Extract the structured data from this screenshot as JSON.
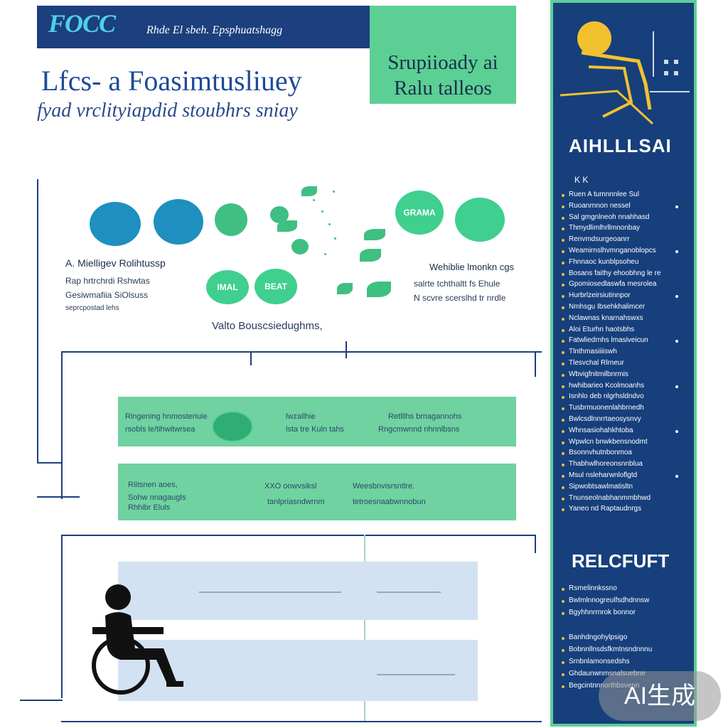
{
  "header": {
    "logo": "FOCC",
    "tagline": "Rhde El sbeh. Epsphuatshagg",
    "highlight_text": "Srupiioady ai Ralu talleos",
    "title": "Lfcs- a Foasimtusliuey",
    "subtitle": "fyad vrclityiapdid stoubhrs sniay"
  },
  "diagram": {
    "circles": [
      "",
      "",
      "",
      "GRAMA",
      "",
      "",
      "",
      "IMAL",
      "BEAT"
    ],
    "left_caption_title": "A. Mielligev Rolihtussp",
    "left_caption_lines": [
      "Rap hrtrchrdi Rshwtas",
      "Gesiwmafiia SiOlsuss",
      "seprcpostad lehs"
    ],
    "right_caption_title": "Wehiblie lmonkn cgs",
    "right_caption_lines": [
      "salrte tchthaltt fs Ehule",
      "N scvre scerslhd tr nrdle"
    ],
    "center_caption": "Valto Bouscsiedughms,"
  },
  "rows": [
    {
      "col1": [
        "Ringening hnmosteriuie",
        "rsobls le/tihwitwrsea"
      ],
      "col2": [
        "lwzallhie",
        "lsta tre Kuln tahs"
      ],
      "col3": [
        "Retlllhs brnagannohs",
        "Rngcmwnnd nhnnlbsns"
      ]
    },
    {
      "col1": [
        "Riitsnen aoes,",
        "Sohw nnagaugls",
        "Rhhibr Eluls"
      ],
      "col2": [
        "XXO oowvsiksl",
        "tanlpriasndwrnm"
      ],
      "col3": [
        "Weesbnvisrsntlre.",
        "tetroesnaabwnnobun"
      ]
    }
  ],
  "sidebar": {
    "heading": "AIHLLLSAI",
    "sub": "K K",
    "lines": [
      "Ruen A tumnnnlee Sul",
      "Ruoanrnnon nessel",
      "Sal gmgnlneoh nnahhasd",
      "Thmydlimlhrllmnonbay",
      "Renvmdsurgeoanrr",
      "Weamirnslhvmnganoblopcs",
      "Fhnnaoc kunblpsoheu",
      "Bosans faithy ehoobhng le re",
      "Gpomiosedlaswfa mesrolea",
      "Hurbrlzeirsiutinnpor",
      "Nmhsgu Ibsehkhalimcer",
      "Nclawnas knarnahswxs",
      "Aloi Eturhn haotsbhs",
      "Fatwliedrnhs lmasiveicun",
      "Tlnthmasiiiiswh",
      "Tlesvchal Rlrneur",
      "Wbvigfnitmilbnrmis",
      "hwhibarieo Kcolmoanhs",
      "Isnhlo deb nlgrhsldndvo",
      "Tusbrmuonenlahbrnedh",
      "Bwlcsdlnnrrtaeosysnvy",
      "Whnsasiohahkhtoba",
      "Wpwlcn bnwkbensnodmt",
      "Bsonnvhutnbonmoa",
      "Thabhwlhoreonsnnblua",
      "Msul nsleharwnloflgtd",
      "Sipwobtsawlmatisltn",
      "Tnunseolnabhanmmbhwd",
      "Yaneo nd Raptaudnrgs"
    ],
    "heading_2": "RELCFUFT",
    "lines_2": [
      "Rsmelinnkssno",
      "Bwlmlnnogreulfsdhdnnsw",
      "Bgyhhnrrnrok bonnor",
      "Banhdngohylpsigo",
      "Bobnnllnsdsfkmtnsndnnnu",
      "Srnbnlamonsedshs",
      "Ghdaunwnmsnalsuebne",
      "Begcintnnnorthbsvenn"
    ]
  },
  "watermark": "AI生成"
}
